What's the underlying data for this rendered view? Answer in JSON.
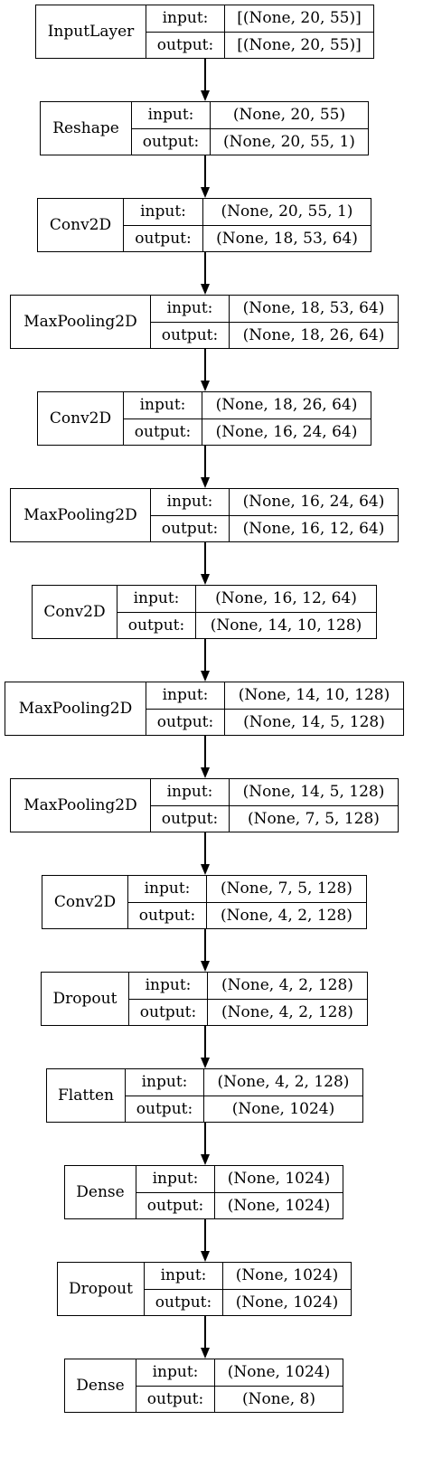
{
  "labels": {
    "input": "input:",
    "output": "output:"
  },
  "layers": [
    {
      "name": "InputLayer",
      "input": "[(None, 20, 55)]",
      "output": "[(None, 20, 55)]"
    },
    {
      "name": "Reshape",
      "input": "(None, 20, 55)",
      "output": "(None, 20, 55, 1)"
    },
    {
      "name": "Conv2D",
      "input": "(None, 20, 55, 1)",
      "output": "(None, 18, 53, 64)"
    },
    {
      "name": "MaxPooling2D",
      "input": "(None, 18, 53, 64)",
      "output": "(None, 18, 26, 64)"
    },
    {
      "name": "Conv2D",
      "input": "(None, 18, 26, 64)",
      "output": "(None, 16, 24, 64)"
    },
    {
      "name": "MaxPooling2D",
      "input": "(None, 16, 24, 64)",
      "output": "(None, 16, 12, 64)"
    },
    {
      "name": "Conv2D",
      "input": "(None, 16, 12, 64)",
      "output": "(None, 14, 10, 128)"
    },
    {
      "name": "MaxPooling2D",
      "input": "(None, 14, 10, 128)",
      "output": "(None, 14, 5, 128)"
    },
    {
      "name": "MaxPooling2D",
      "input": "(None, 14, 5, 128)",
      "output": "(None, 7, 5, 128)"
    },
    {
      "name": "Conv2D",
      "input": "(None, 7, 5, 128)",
      "output": "(None, 4, 2, 128)"
    },
    {
      "name": "Dropout",
      "input": "(None, 4, 2, 128)",
      "output": "(None, 4, 2, 128)"
    },
    {
      "name": "Flatten",
      "input": "(None, 4, 2, 128)",
      "output": "(None, 1024)"
    },
    {
      "name": "Dense",
      "input": "(None, 1024)",
      "output": "(None, 1024)"
    },
    {
      "name": "Dropout",
      "input": "(None, 1024)",
      "output": "(None, 1024)"
    },
    {
      "name": "Dense",
      "input": "(None, 1024)",
      "output": "(None, 8)"
    }
  ]
}
